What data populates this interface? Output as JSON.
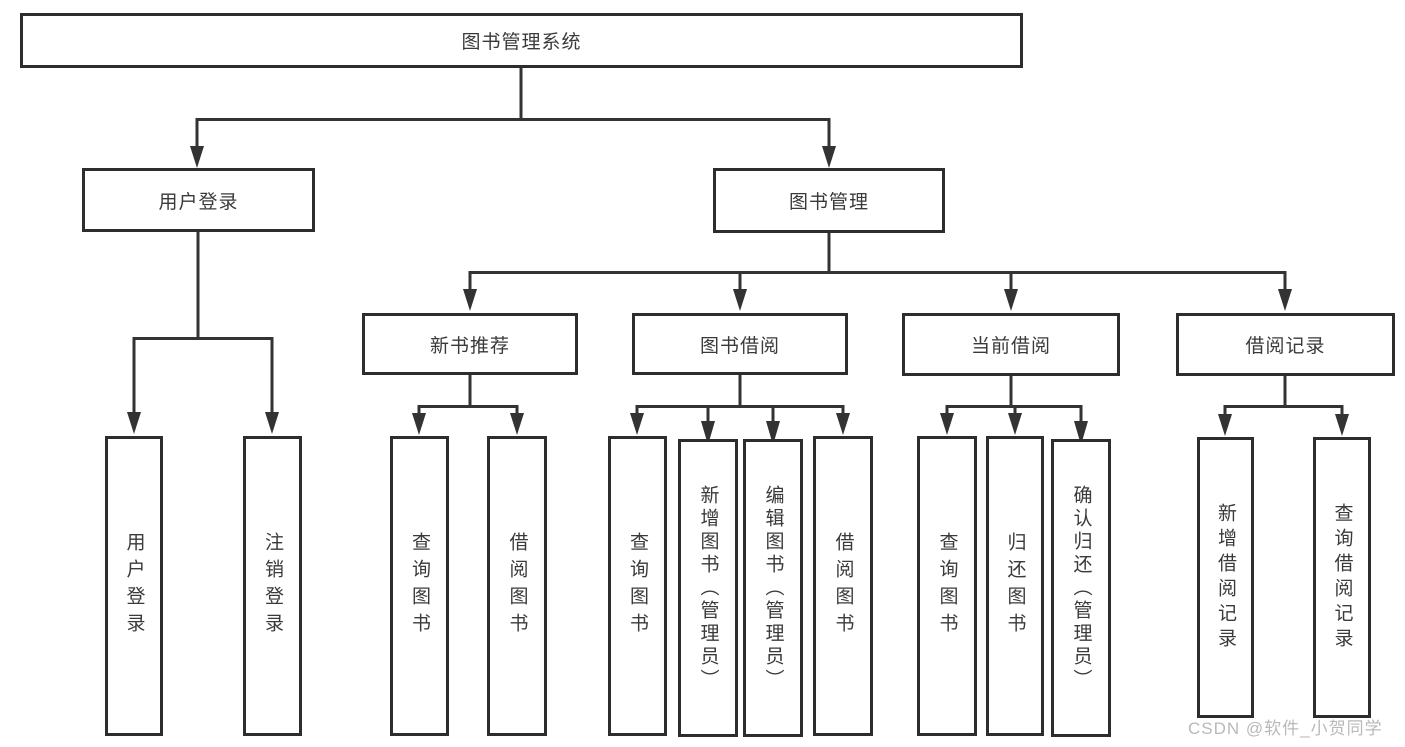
{
  "diagram": {
    "title": "图书管理系统",
    "watermark": "CSDN @软件_小贺同学",
    "colors": {
      "line": "#333333",
      "box_border": "#2d2d2d",
      "box_background": "#ffffff",
      "text": "#3a3a3a",
      "watermark": "#b9b9b9",
      "background": "#ffffff"
    },
    "tree": {
      "label": "图书管理系统",
      "children": [
        {
          "label": "用户登录",
          "children": [
            {
              "label": "用户登录"
            },
            {
              "label": "注销登录"
            }
          ]
        },
        {
          "label": "图书管理",
          "children": [
            {
              "label": "新书推荐",
              "children": [
                {
                  "label": "查询图书"
                },
                {
                  "label": "借阅图书"
                }
              ]
            },
            {
              "label": "图书借阅",
              "children": [
                {
                  "label": "查询图书"
                },
                {
                  "label": "新增图书（管理员）"
                },
                {
                  "label": "编辑图书（管理员）"
                },
                {
                  "label": "借阅图书"
                }
              ]
            },
            {
              "label": "当前借阅",
              "children": [
                {
                  "label": "查询图书"
                },
                {
                  "label": "归还图书"
                },
                {
                  "label": "确认归还（管理员）"
                }
              ]
            },
            {
              "label": "借阅记录",
              "children": [
                {
                  "label": "新增借阅记录"
                },
                {
                  "label": "查询借阅记录"
                }
              ]
            }
          ]
        }
      ]
    }
  }
}
